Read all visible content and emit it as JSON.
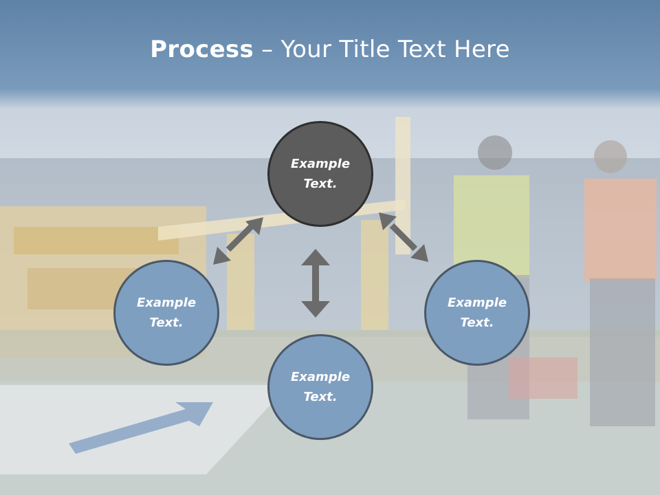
{
  "slide": {
    "title_bold": "Process",
    "title_rest": " – Your Title Text Here"
  },
  "nodes": {
    "top": "Example Text.",
    "left": "Example Text.",
    "right": "Example Text.",
    "bottom": "Example Text."
  },
  "colors": {
    "header": "#6d8fb0",
    "node_dark": "#5c5c5c",
    "node_blue": "#7f9fc0",
    "arrow": "#6b6b6b"
  }
}
